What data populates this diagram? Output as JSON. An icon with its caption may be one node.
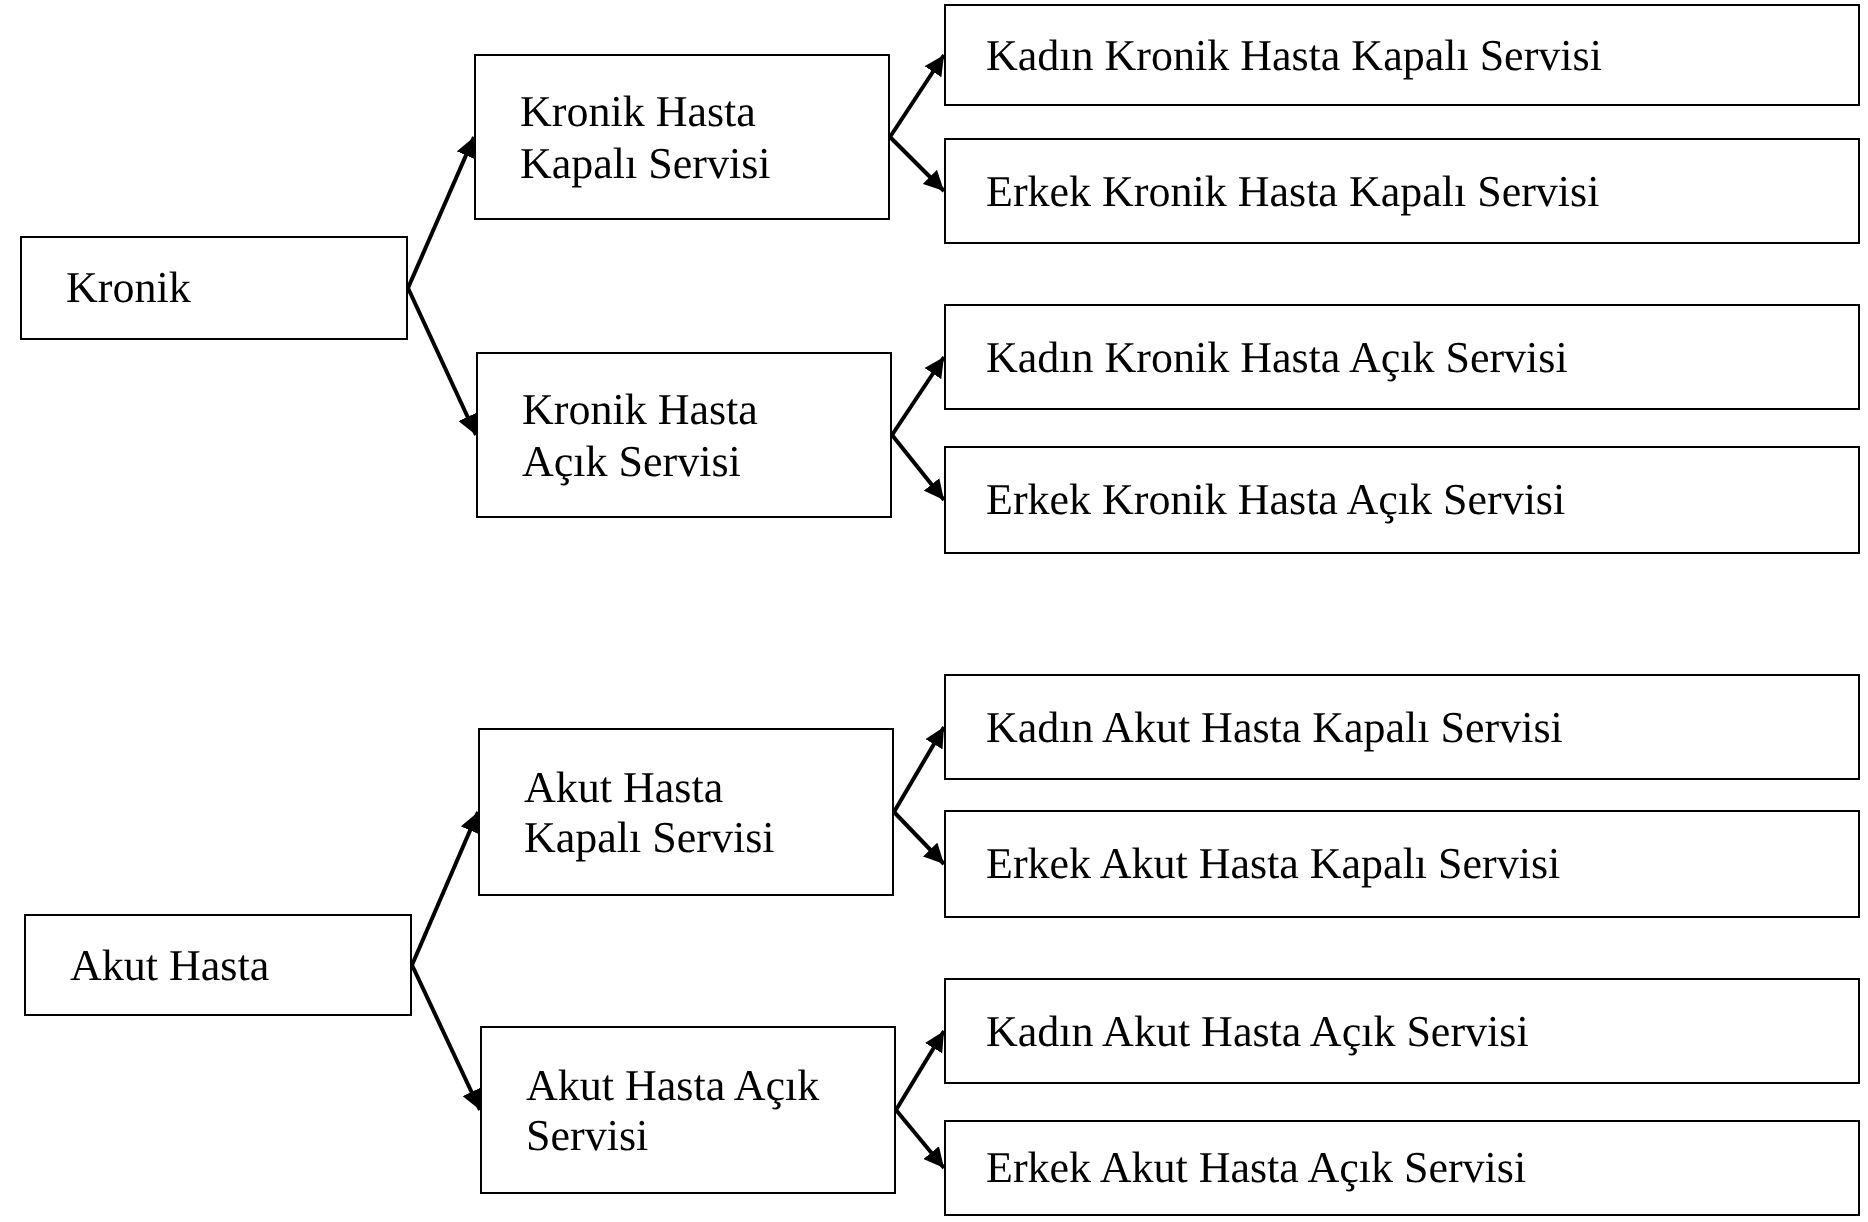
{
  "diagram": {
    "nodes": [
      {
        "text": [
          "Kronik"
        ]
      },
      {
        "text": [
          "Kronik Hasta Kapalı Servisi"
        ]
      },
      {
        "text": [
          "Kadın Kronik Hasta Kapalı Servisi"
        ]
      },
      {
        "text": [
          "Erkek Kronik Hasta Kapalı Servisi"
        ]
      },
      {
        "text": [
          "Kronik Hasta Açık Servisi"
        ]
      },
      {
        "text": [
          "Kadın Kronik Hasta Açık Servisi"
        ]
      },
      {
        "text": [
          "Erkek Kronik Hasta Açık Servisi"
        ]
      },
      {
        "text": [
          "Akut Hasta"
        ]
      },
      {
        "text": [
          "Akut Hasta Kapalı Servisi"
        ]
      },
      {
        "text": [
          "Kadın Akut Hasta Kapalı Servisi"
        ]
      },
      {
        "text": [
          "Erkek Akut Hasta Kapalı Servisi"
        ]
      },
      {
        "text": [
          "Akut Hasta Açık Servisi"
        ]
      },
      {
        "text": [
          "Kadın Akut Hasta Açık Servisi"
        ]
      },
      {
        "text": [
          "Erkek Akut Hasta Açık Servisi"
        ]
      }
    ],
    "edges": [
      {
        "from": 0,
        "to": 1,
        "arrow": "to"
      },
      {
        "from": 0,
        "to": 4,
        "arrow": "to"
      },
      {
        "from": 1,
        "to": 2,
        "arrow": "to"
      },
      {
        "from": 1,
        "to": 3,
        "arrow": "to"
      },
      {
        "from": 4,
        "to": 5,
        "arrow": "to"
      },
      {
        "from": 4,
        "to": 6,
        "arrow": "to"
      },
      {
        "from": 7,
        "to": 8,
        "arrow": "to"
      },
      {
        "from": 7,
        "to": 11,
        "arrow": "to"
      },
      {
        "from": 8,
        "to": 9,
        "arrow": "to"
      },
      {
        "from": 8,
        "to": 10,
        "arrow": "to"
      },
      {
        "from": 11,
        "to": 12,
        "arrow": "to"
      },
      {
        "from": 11,
        "to": 13,
        "arrow": "to"
      }
    ]
  }
}
